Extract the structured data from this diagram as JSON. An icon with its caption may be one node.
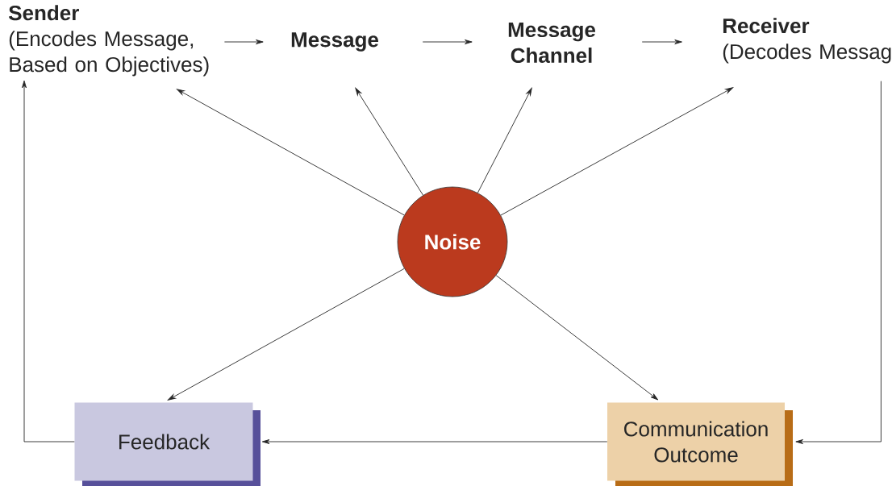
{
  "diagram": {
    "nodes": [
      {
        "text": [
          "Sender",
          "(Encodes Message, Based on Objectives)"
        ]
      },
      {
        "text": [
          "Message"
        ]
      },
      {
        "text": [
          "Message Channel"
        ]
      },
      {
        "text": [
          "Receiver",
          "(Decodes Messag"
        ]
      },
      {
        "text": [
          "Noise"
        ]
      },
      {
        "text": [
          "Feedback"
        ]
      },
      {
        "text": [
          "Communication Outcome"
        ]
      }
    ],
    "edges": [
      {
        "from": 0,
        "to": 1,
        "arrow": "to"
      },
      {
        "from": 1,
        "to": 2,
        "arrow": "to"
      },
      {
        "from": 2,
        "to": 3,
        "arrow": "to"
      },
      {
        "from": 4,
        "to": 0,
        "arrow": "to"
      },
      {
        "from": 4,
        "to": 1,
        "arrow": "to"
      },
      {
        "from": 4,
        "to": 2,
        "arrow": "to"
      },
      {
        "from": 4,
        "to": 3,
        "arrow": "to"
      },
      {
        "from": 4,
        "to": 5,
        "arrow": "to"
      },
      {
        "from": 4,
        "to": 6,
        "arrow": "to"
      },
      {
        "from": 3,
        "to": 6,
        "arrow": "to"
      },
      {
        "from": 6,
        "to": 5,
        "arrow": "to"
      },
      {
        "from": 5,
        "to": 0,
        "arrow": "to"
      }
    ]
  }
}
